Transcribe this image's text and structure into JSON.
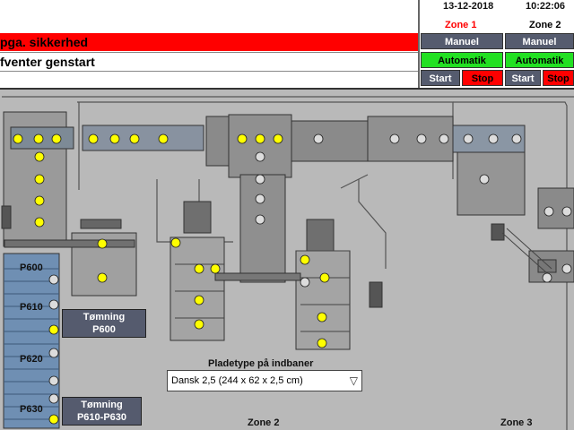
{
  "header": {
    "date": "13-12-2018",
    "time": "10:22:06",
    "messages": [
      "pga. sikkerhed",
      "fventer genstart"
    ],
    "zones": [
      {
        "name": "Zone 1",
        "color": "#ff0000"
      },
      {
        "name": "Zone 2",
        "color": "#000000"
      }
    ]
  },
  "controls": {
    "manual_label": "Manuel",
    "auto_label": "Automatik",
    "start_label": "Start",
    "stop_label": "Stop",
    "colors": {
      "manual": "#555b6e",
      "auto": "#22e022",
      "stop": "#ff0000"
    }
  },
  "plant": {
    "positions": [
      "P600",
      "P610",
      "P620",
      "P630"
    ],
    "empty_buttons": [
      {
        "line1": "Tømning",
        "line2": "P600"
      },
      {
        "line1": "Tømning",
        "line2": "P610-P630"
      }
    ],
    "plate_type_label": "Pladetype på indbaner",
    "plate_type_value": "Dansk 2,5 (244 x 62  x 2,5 cm)",
    "zone_labels": [
      "Zone 2",
      "Zone 3"
    ],
    "sensor_color": "#ffff00"
  }
}
